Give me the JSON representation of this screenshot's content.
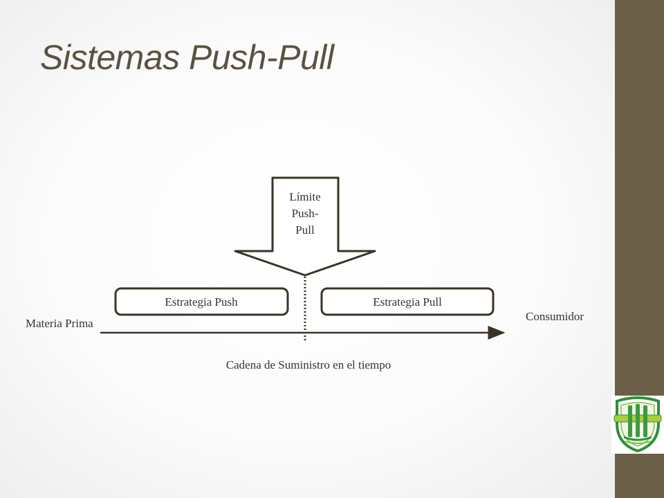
{
  "slide": {
    "title": "Sistemas Push-Pull",
    "band_color": "#6b5f48",
    "title_color": "#5b5140"
  },
  "diagram": {
    "boundary_label_lines": [
      "Límite",
      "Push-",
      "Pull"
    ],
    "push_label": "Estrategia Push",
    "pull_label": "Estrategia Pull",
    "start_label": "Materia Prima",
    "end_label": "Consumidor",
    "axis_label": "Cadena de Suministro en el tiempo"
  },
  "logo": {
    "icon": "crest-logo-icon",
    "shield_color": "#2f8f3a",
    "band_color": "#a6cf3a"
  }
}
